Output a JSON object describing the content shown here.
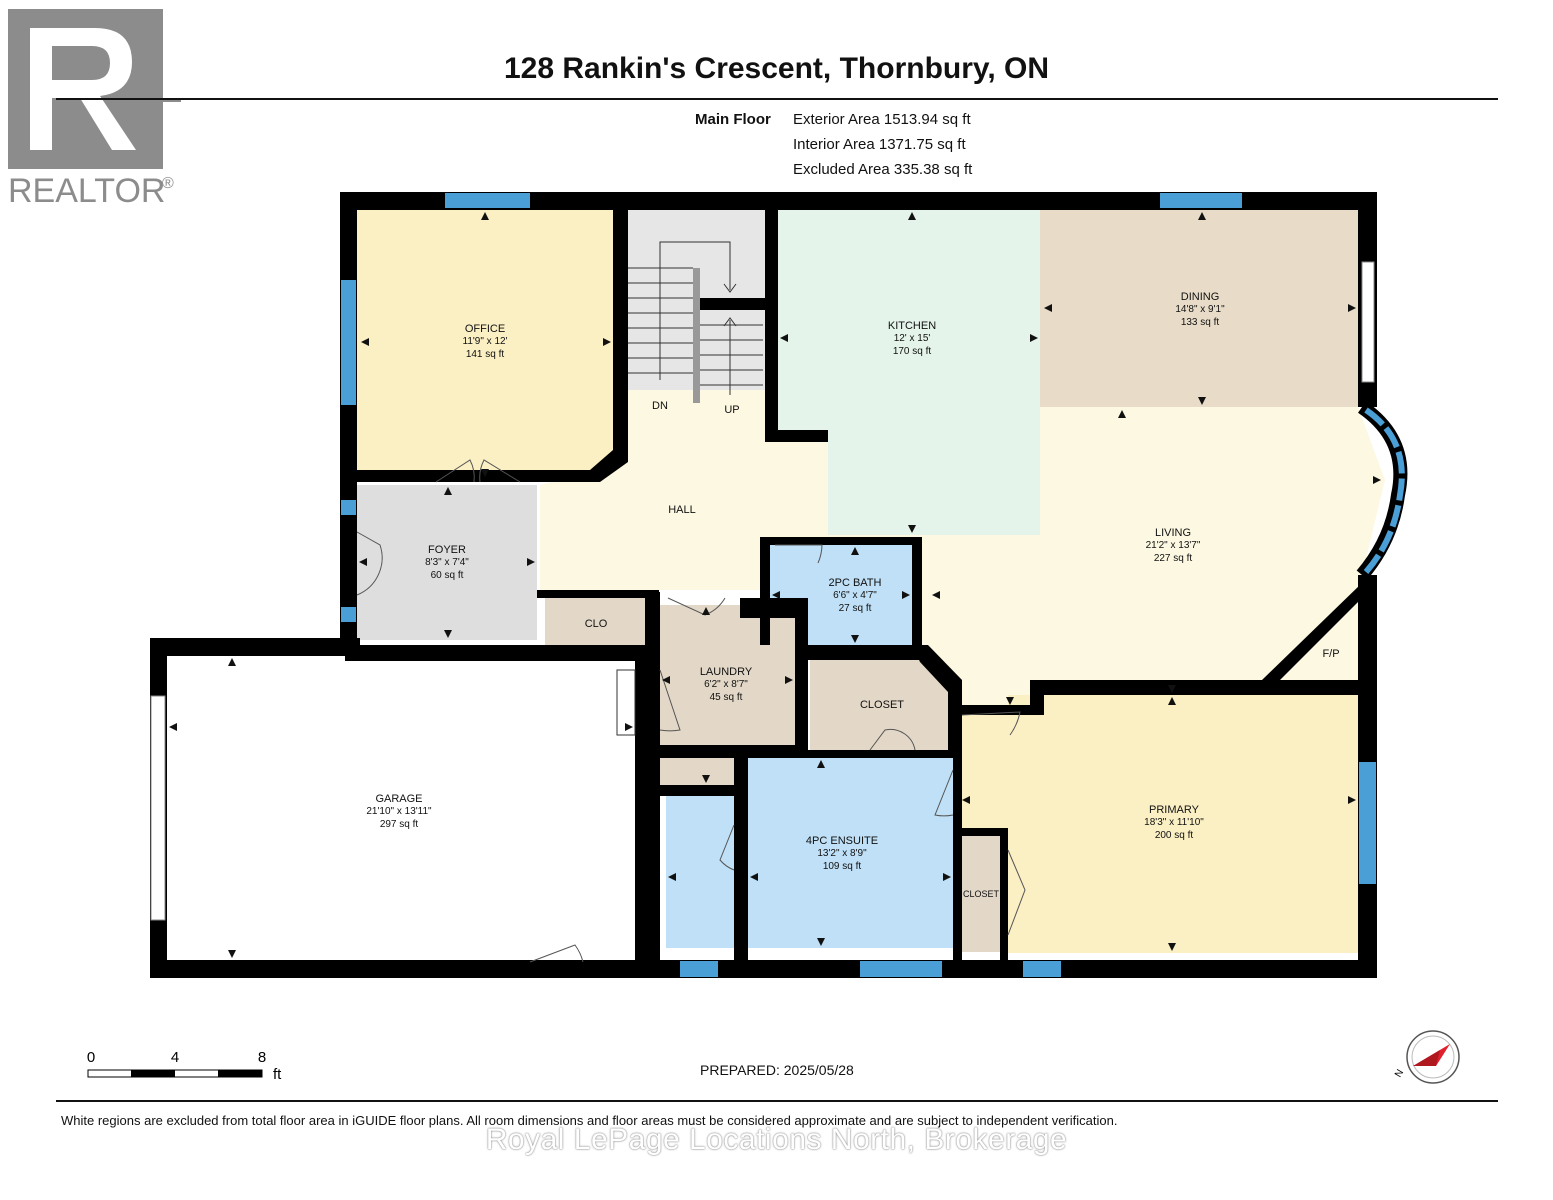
{
  "title": "128 Rankin's Crescent, Thornbury, ON",
  "floor_label": "Main Floor",
  "areas": {
    "exterior": "Exterior Area 1513.94 sq ft",
    "interior": "Interior Area 1371.75 sq ft",
    "excluded": "Excluded Area 335.38 sq ft"
  },
  "logo": {
    "text": "REALTOR",
    "mark": "®"
  },
  "rooms": {
    "office": {
      "name": "OFFICE",
      "dims": "11'9\" x 12'",
      "area": "141 sq ft"
    },
    "kitchen": {
      "name": "KITCHEN",
      "dims": "12' x 15'",
      "area": "170 sq ft"
    },
    "dining": {
      "name": "DINING",
      "dims": "14'8\" x 9'1\"",
      "area": "133 sq ft"
    },
    "hall": {
      "name": "HALL"
    },
    "foyer": {
      "name": "FOYER",
      "dims": "8'3\" x 7'4\"",
      "area": "60 sq ft"
    },
    "clo": {
      "name": "CLO"
    },
    "bath2": {
      "name": "2PC BATH",
      "dims": "6'6\" x 4'7\"",
      "area": "27 sq ft"
    },
    "living": {
      "name": "LIVING",
      "dims": "21'2\" x 13'7\"",
      "area": "227 sq ft"
    },
    "laundry": {
      "name": "LAUNDRY",
      "dims": "6'2\" x 8'7\"",
      "area": "45 sq ft"
    },
    "closet1": {
      "name": "CLOSET"
    },
    "fp": {
      "name": "F/P"
    },
    "garage": {
      "name": "GARAGE",
      "dims": "21'10\" x 13'11\"",
      "area": "297 sq ft"
    },
    "ensuite": {
      "name": "4PC ENSUITE",
      "dims": "13'2\" x 8'9\"",
      "area": "109 sq ft"
    },
    "closet2": {
      "name": "CLOSET"
    },
    "primary": {
      "name": "PRIMARY",
      "dims": "18'3\" x 11'10\"",
      "area": "200 sq ft"
    }
  },
  "stairs": {
    "down": "DN",
    "up": "UP"
  },
  "scale": {
    "ticks": [
      "0",
      "4",
      "8"
    ],
    "unit": "ft"
  },
  "prepared": "PREPARED: 2025/05/28",
  "disclaimer": "White regions are excluded from total floor area in iGUIDE floor plans. All room dimensions and floor areas must be considered approximate and are subject to independent verification.",
  "watermark": "Royal LePage Locations North, Brokerage",
  "compass_letter": "N",
  "colors": {
    "office": "#fbefc4",
    "kitchen": "#e5f4ea",
    "dining": "#e8dcc8",
    "hall": "#fdf8e2",
    "foyer": "#dedede",
    "bath": "#bfe0f6",
    "laundry": "#e3d8c7",
    "primary": "#fbefc4",
    "wall": "#000000",
    "window": "#4a9fd6",
    "compass": "#e0202a"
  }
}
